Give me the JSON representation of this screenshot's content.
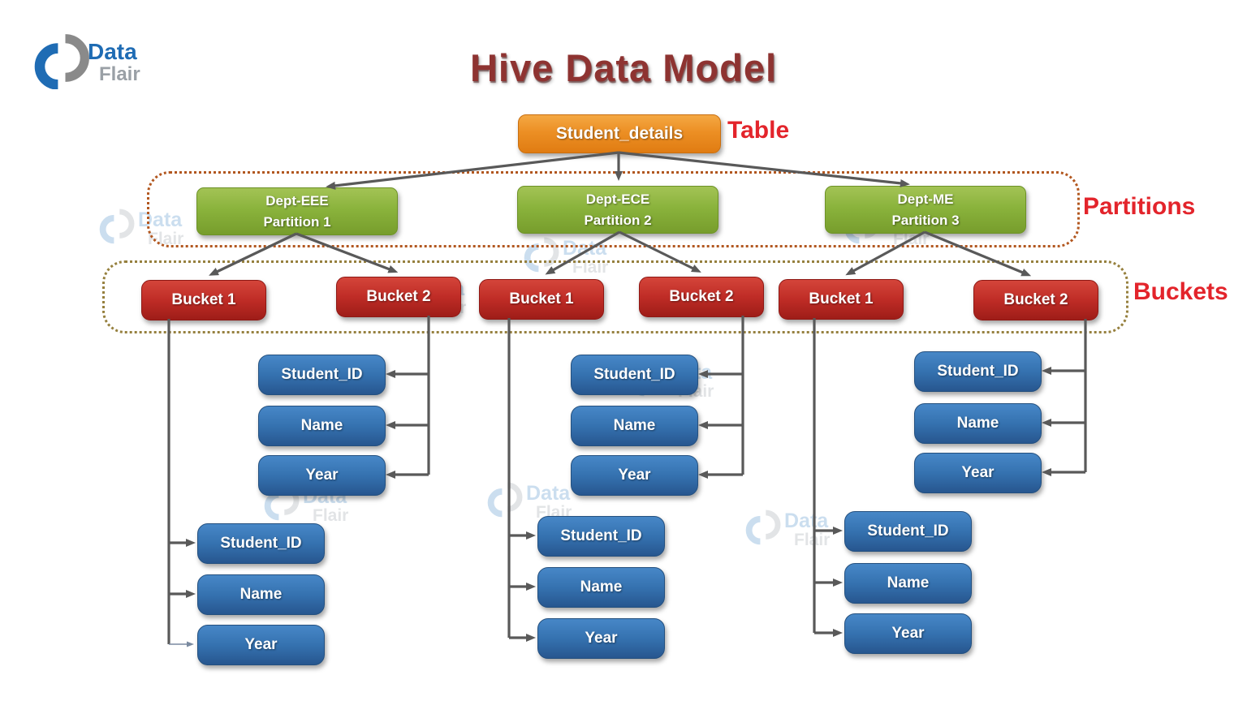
{
  "logo": {
    "line1": "Data",
    "line2": "Flair"
  },
  "title": "Hive Data Model",
  "table": {
    "name": "Student_details",
    "label": "Table"
  },
  "partitions": {
    "label": "Partitions",
    "items": [
      {
        "dept": "Dept-EEE",
        "name": "Partition 1"
      },
      {
        "dept": "Dept-ECE",
        "name": "Partition 2"
      },
      {
        "dept": "Dept-ME",
        "name": "Partition 3"
      }
    ]
  },
  "buckets": {
    "label": "Buckets",
    "items": [
      {
        "name": "Bucket 1"
      },
      {
        "name": "Bucket 2"
      },
      {
        "name": "Bucket 1"
      },
      {
        "name": "Bucket 2"
      },
      {
        "name": "Bucket 1"
      },
      {
        "name": "Bucket 2"
      }
    ]
  },
  "fields": {
    "student_id": "Student_ID",
    "name": "Name",
    "year": "Year"
  },
  "watermark": {
    "line1": "Data",
    "line2": "Flair"
  },
  "colors": {
    "table_box": "#e8891f",
    "partition_box": "#8ab33c",
    "bucket_box": "#bf2c26",
    "field_box": "#3572b0",
    "label_red": "#e3242b",
    "title": "#8e3331",
    "arrow": "#595959",
    "partition_border": "#b2571f",
    "bucket_border": "#96803e",
    "logo_blue": "#1f6cb4",
    "logo_gray": "#8a8a8a"
  }
}
